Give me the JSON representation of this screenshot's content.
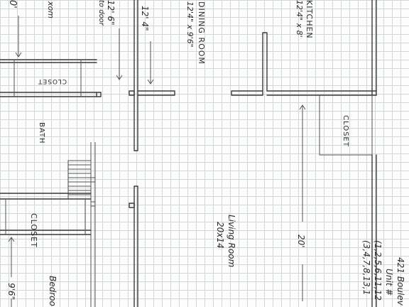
{
  "labels": {
    "top_left_dim": "0'",
    "top_left_small": "xom",
    "closet_top": "CLOSET",
    "closet_left": "CLOSET",
    "closet_right": "CLOSET",
    "bath": "BATH",
    "door_dim": "12' 6\"",
    "door_note": "to door",
    "hall_dim": "12' 4\"",
    "dining_name": "DINING ROOM",
    "dining_size": "12'4\" x 9'6\"",
    "kitchen_name": "KITCHEN",
    "kitchen_size": "12'4\" x 8'",
    "living_name": "Living Room",
    "living_size": "20x14",
    "living_dim": "20'",
    "bedroom_dim": "9'6\"",
    "bedroom_name": "Bedroo",
    "address": "421 Boulev",
    "unit": "Unit #",
    "unit_nums_1": "(1,2,5,6,11,12",
    "unit_nums_2": "(3,4,7,8,13,1"
  }
}
